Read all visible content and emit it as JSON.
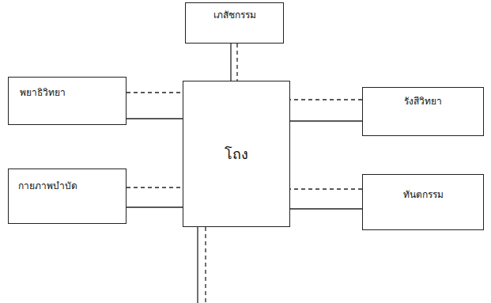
{
  "diagram": {
    "nodes": [
      {
        "text": [
          "เภสัชกรรม"
        ]
      },
      {
        "text": [
          "พยาธิวิทยา"
        ]
      },
      {
        "text": [
          "โถง"
        ]
      },
      {
        "text": [
          "รังสีวิทยา"
        ]
      },
      {
        "text": [
          "กายภาพบำบัด"
        ]
      },
      {
        "text": [
          "ทันตกรรม"
        ]
      }
    ],
    "edges": [
      {
        "from": 0,
        "to": 2,
        "arrow": "none"
      },
      {
        "from": 0,
        "to": 2,
        "arrow": "none"
      },
      {
        "from": 1,
        "to": 2,
        "arrow": "none"
      },
      {
        "from": 1,
        "to": 2,
        "arrow": "none"
      },
      {
        "from": 3,
        "to": 2,
        "arrow": "none"
      },
      {
        "from": 3,
        "to": 2,
        "arrow": "none"
      },
      {
        "from": 4,
        "to": 2,
        "arrow": "none"
      },
      {
        "from": 4,
        "to": 2,
        "arrow": "none"
      },
      {
        "from": 5,
        "to": 2,
        "arrow": "none"
      },
      {
        "from": 5,
        "to": 2,
        "arrow": "none"
      }
    ]
  }
}
